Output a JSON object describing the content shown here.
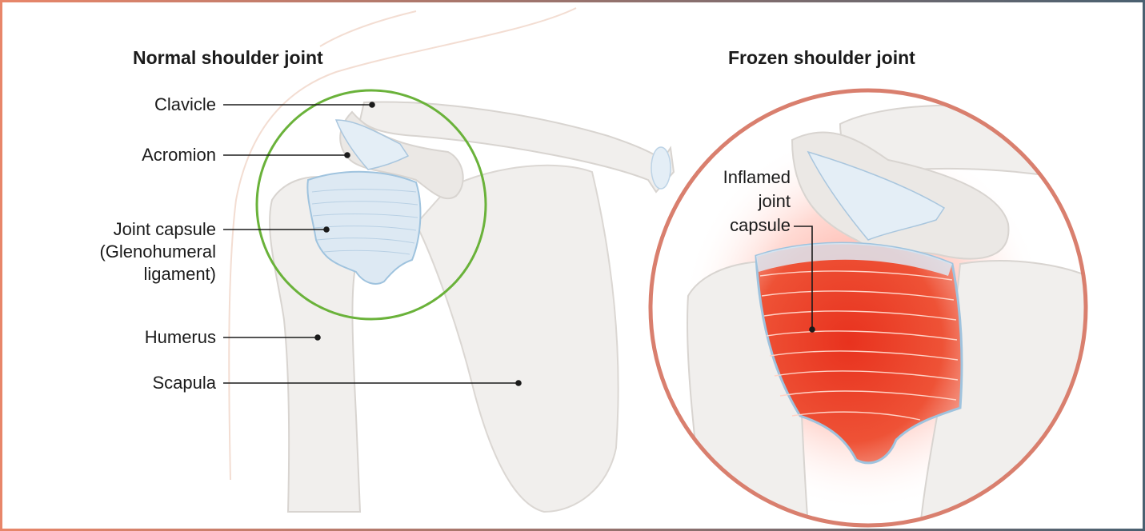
{
  "diagram": {
    "normal": {
      "title": "Normal shoulder joint",
      "labels": {
        "clavicle": "Clavicle",
        "acromion": "Acromion",
        "joint_capsule_line1": "Joint capsule",
        "joint_capsule_line2": "(Glenohumeral",
        "joint_capsule_line3": "ligament)",
        "humerus": "Humerus",
        "scapula": "Scapula"
      }
    },
    "frozen": {
      "title": "Frozen shoulder joint",
      "labels": {
        "inflamed_line1": "Inflamed",
        "inflamed_line2": "joint",
        "inflamed_line3": "capsule"
      }
    },
    "colors": {
      "frame_left": "#e8866a",
      "frame_right": "#4a6070",
      "normal_circle": "#6ab23a",
      "frozen_circle": "#d97f6e",
      "bone_fill": "#f1efed",
      "bone_stroke": "#d8d4d0",
      "capsule_fill": "#dde9f3",
      "capsule_stroke": "#9fc3de",
      "inflammation": "#e8321e",
      "leader_line": "#1b1b1b"
    }
  }
}
